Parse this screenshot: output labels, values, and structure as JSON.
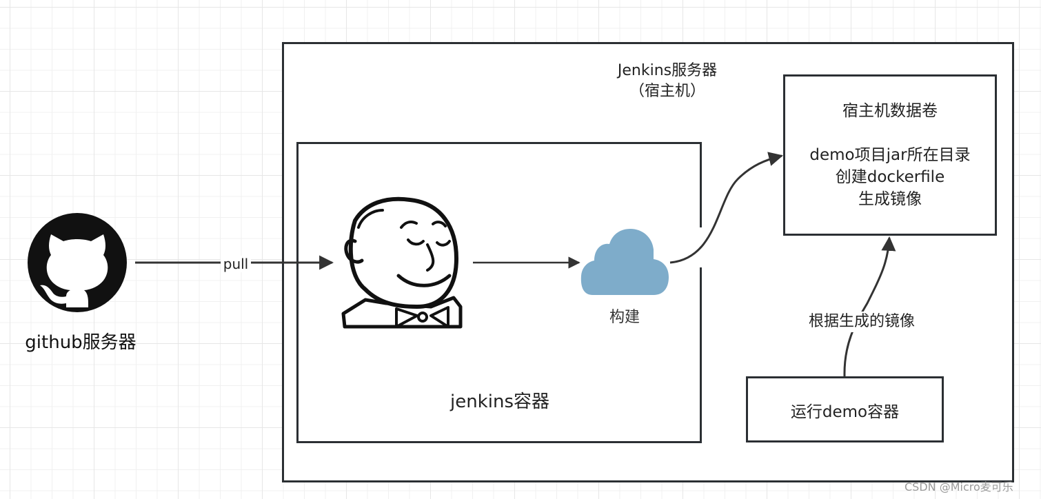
{
  "nodes": {
    "github": {
      "label": "github服务器",
      "icon": "github-octocat-icon"
    },
    "jenkins_server": {
      "title_line1": "Jenkins服务器",
      "title_line2": "（宿主机）"
    },
    "jenkins_container": {
      "label": "jenkins容器",
      "icon": "jenkins-butler-icon"
    },
    "build": {
      "label": "构建",
      "icon": "cloud-icon",
      "color": "#7eacca"
    },
    "host_volume": {
      "title": "宿主机数据卷",
      "lines": [
        "demo项目jar所在目录",
        "创建dockerfile",
        "生成镜像"
      ]
    },
    "run_container": {
      "label": "运行demo容器"
    }
  },
  "edges": {
    "pull": {
      "label": "pull"
    },
    "generated_image": {
      "label": "根据生成的镜像"
    }
  },
  "watermark": "CSDN @Micro麦可乐",
  "colors": {
    "stroke": "#2b2f33",
    "arrow": "#333333",
    "cloud": "#7eacca"
  }
}
